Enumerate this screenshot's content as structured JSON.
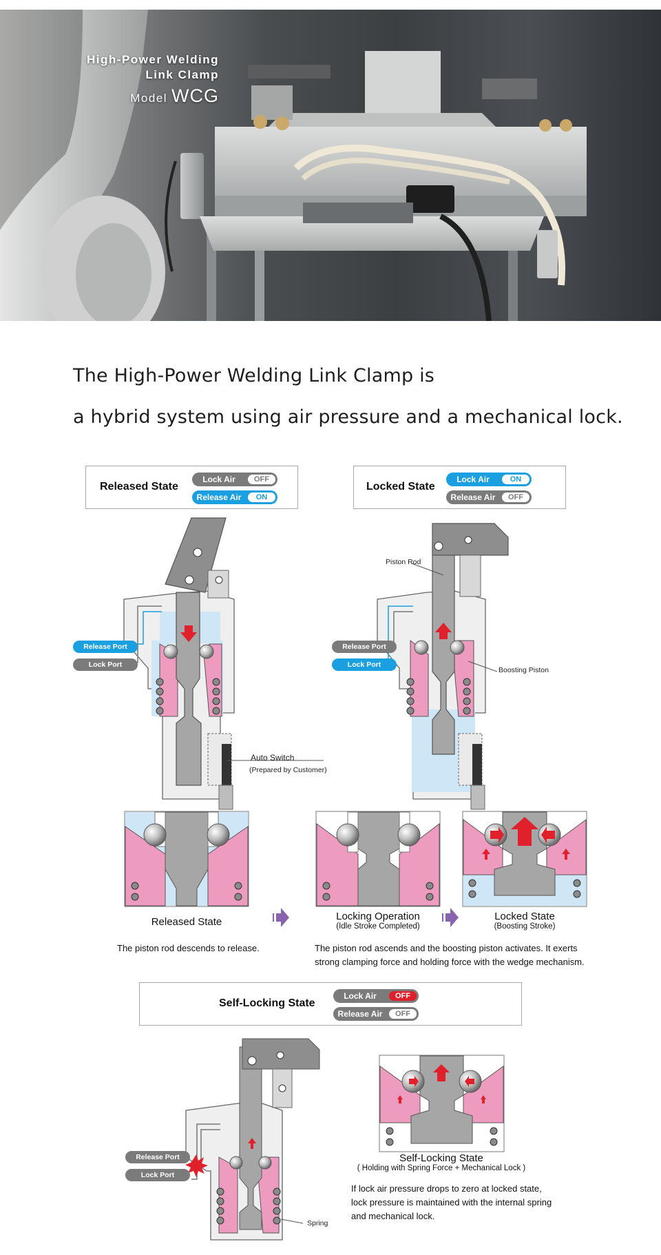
{
  "hero": {
    "title_line1": "High-Power Welding",
    "title_line2": "Link Clamp",
    "model_label": "Model",
    "model_name": "WCG"
  },
  "headline": {
    "line1": "The High-Power Welding Link Clamp is",
    "line2": "a hybrid system using air pressure and a mechanical lock."
  },
  "released_box": {
    "title": "Released State",
    "lock_air_label": "Lock Air",
    "lock_air_value": "OFF",
    "release_air_label": "Release Air",
    "release_air_value": "ON"
  },
  "locked_box": {
    "title": "Locked State",
    "lock_air_label": "Lock Air",
    "lock_air_value": "ON",
    "release_air_label": "Release Air",
    "release_air_value": "OFF"
  },
  "released_diagram": {
    "release_port": "Release Port",
    "lock_port": "Lock Port",
    "auto_switch": "Auto Switch",
    "auto_switch_note": "(Prepared by Customer)"
  },
  "locked_diagram": {
    "piston_rod": "Piston Rod",
    "release_port": "Release Port",
    "lock_port": "Lock Port",
    "boosting_piston": "Boosting Piston"
  },
  "sequence": {
    "step1_title": "Released State",
    "step2_title": "Locking Operation",
    "step2_sub": "(Idle Stroke Completed)",
    "step3_title": "Locked State",
    "step3_sub": "(Boosting Stroke)",
    "desc_release": "The piston rod descends to release.",
    "desc_lock_1": "The piston rod ascends and the boosting piston activates. It exerts",
    "desc_lock_2": "strong clamping force and holding force with the wedge mechanism."
  },
  "self_lock_box": {
    "title": "Self-Locking State",
    "lock_air_label": "Lock Air",
    "lock_air_value": "OFF",
    "release_air_label": "Release Air",
    "release_air_value": "OFF"
  },
  "self_lock_diagram": {
    "release_port": "Release Port",
    "lock_port": "Lock Port",
    "spring": "Spring",
    "caption": "Self-Locking State",
    "caption_sub": "( Holding with Spring Force + Mechanical Lock )",
    "desc_1": "If lock air pressure drops to zero at locked state,",
    "desc_2": "lock pressure is maintained with the internal spring",
    "desc_3": "and mechanical lock."
  },
  "colors": {
    "air_blue": "#1a9fe0",
    "off_grey": "#7b7b7b",
    "alert_red": "#e0202a",
    "piston_pink": "#ee9bc0",
    "chamber_blue": "#cfe6f6",
    "sequence_arrow": "#8a63b0"
  }
}
